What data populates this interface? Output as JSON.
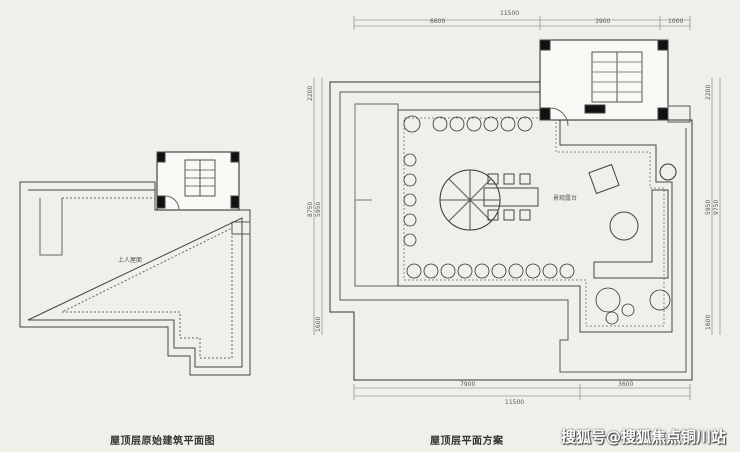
{
  "left_plan": {
    "caption": "屋顶层原始建筑平面图",
    "roof_label": "上人屋面"
  },
  "right_plan": {
    "caption": "屋顶层平面方案",
    "terrace_label": "景观露台",
    "dims_top": [
      "11500",
      "6600",
      "3900",
      "1000"
    ],
    "dims_bottom": [
      "7900",
      "3600",
      "11500"
    ],
    "dims_left": [
      "2200",
      "8750",
      "5950",
      "1600"
    ],
    "dims_right": [
      "2200",
      "5950",
      "9750",
      "1600"
    ]
  },
  "watermark": "搜狐号@搜狐焦点铜川站"
}
